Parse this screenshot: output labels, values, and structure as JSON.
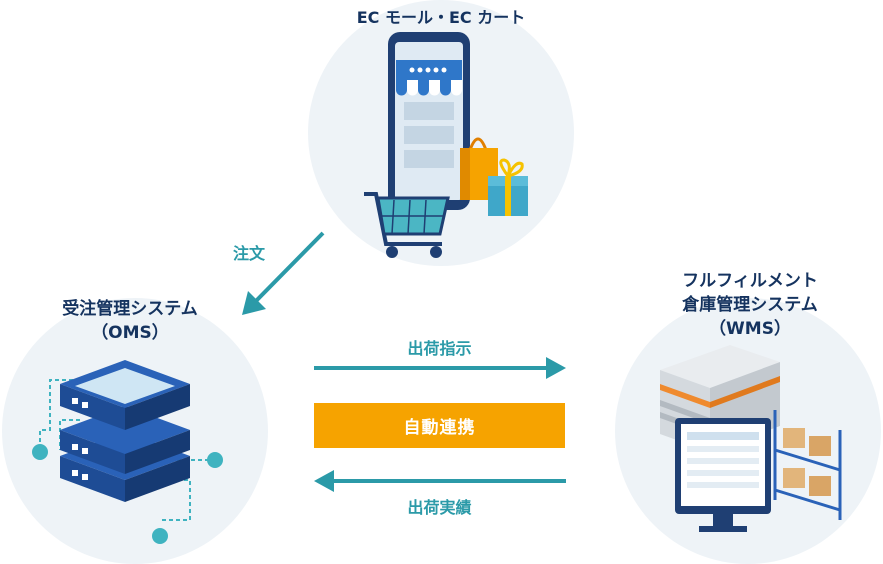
{
  "nodes": {
    "ec": {
      "title": "EC モール・EC カート"
    },
    "oms": {
      "title_line1": "受注管理システム",
      "title_line2": "（OMS）"
    },
    "wms": {
      "title_line1": "フルフィルメント",
      "title_line2": "倉庫管理システム",
      "title_line3": "（WMS）"
    }
  },
  "flows": {
    "order": "注文",
    "shipping_instruction": "出荷指示",
    "auto_sync": "自動連携",
    "shipping_result": "出荷実績"
  },
  "colors": {
    "navy": "#15335f",
    "teal": "#2b9aa8",
    "orange": "#f6a300",
    "circle_bg": "#eef3f7"
  }
}
